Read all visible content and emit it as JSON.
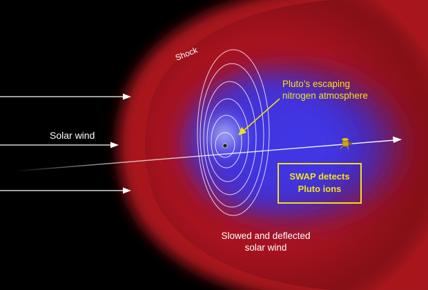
{
  "labels": {
    "shock": "Shock",
    "solar_wind": "Solar wind",
    "escaping_line1": "Pluto’s escaping",
    "escaping_line2": "nitrogen atmosphere",
    "swap_line1": "SWAP detects",
    "swap_line2": "Pluto ions",
    "deflected_line1": "Slowed and deflected",
    "deflected_line2": "solar wind"
  },
  "colors": {
    "background": "#000000",
    "shock_region": "#b01525",
    "ion_cloud": "#3a30e0",
    "annotation": "#f2e21a",
    "text": "#ffffff"
  },
  "icons": {
    "planet": "pluto-dot",
    "spacecraft": "new-horizons-spacecraft"
  }
}
